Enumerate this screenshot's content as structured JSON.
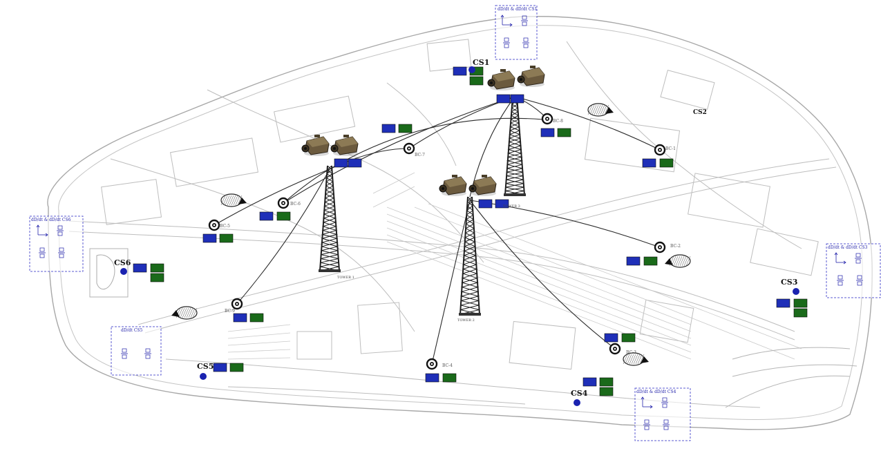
{
  "diagram": {
    "colors": {
      "map_line": "#b9b9b9",
      "map_line_dark": "#8a8a8a",
      "cable": "#2a2a2a",
      "blue_block": "#1f2fb8",
      "green_block": "#1a6a1a",
      "station_dot": "#1a22b0",
      "box_border": "#5a5ad0",
      "camera_body": "#6b5a3e"
    },
    "camera_stations": [
      {
        "id": "CS1",
        "label": "CS1"
      },
      {
        "id": "CS2",
        "label": "CS2"
      },
      {
        "id": "CS3",
        "label": "CS3"
      },
      {
        "id": "CS4",
        "label": "CS4"
      },
      {
        "id": "CS5",
        "label": "CS5"
      },
      {
        "id": "CS6",
        "label": "CS6"
      }
    ],
    "equation_boxes": [
      {
        "id": "cs1-box",
        "title": "dD/dt & dD/dt CS1"
      },
      {
        "id": "cs3-box",
        "title": "dD/dt & dD/dt CS3"
      },
      {
        "id": "cs4-box",
        "title": "dD/dt & dD/dt CS4"
      },
      {
        "id": "cs5-box",
        "title": "dD/dt CS5"
      },
      {
        "id": "cs6-box",
        "title": "dD/dt & dD/dt CS6"
      }
    ],
    "towers": [
      {
        "id": "tower-1",
        "label": "TOWER 1"
      },
      {
        "id": "tower-2",
        "label": "TOWER 2"
      },
      {
        "id": "tower-3",
        "label": "TOWER 3"
      }
    ],
    "sensor_tags": [
      "BC-1",
      "BC-2",
      "BC-3",
      "BC-4",
      "BC-5",
      "BC-6",
      "BC-7",
      "BC-8",
      "BC-9"
    ],
    "icons": [
      "camera-icon",
      "tower-icon",
      "sensor-coil-icon",
      "field-station-icon",
      "station-dot-icon",
      "axes-icon"
    ]
  }
}
